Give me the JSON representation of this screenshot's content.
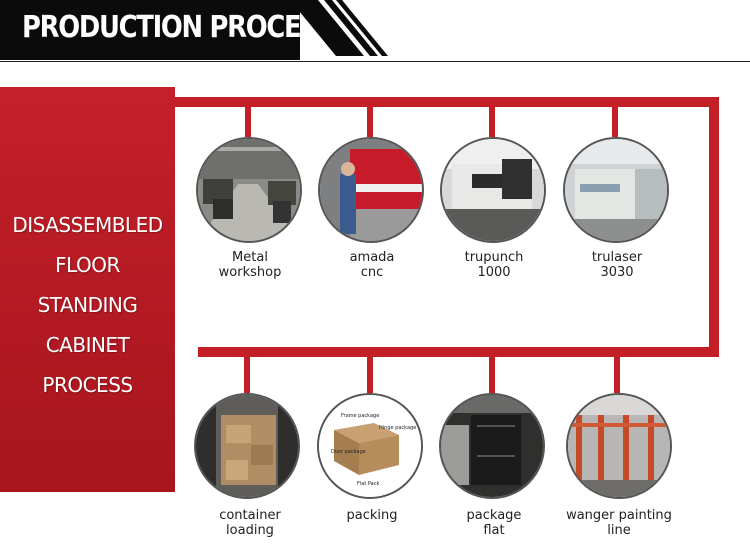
{
  "header": {
    "title": "PRODUCTION PROCESS"
  },
  "side_panel": {
    "lines": [
      "DISASSEMBLED",
      "FLOOR",
      "STANDING",
      "CABINET",
      "PROCESS"
    ]
  },
  "steps_top": [
    {
      "line1": "Metal",
      "line2": "workshop"
    },
    {
      "line1": "amada",
      "line2": "cnc"
    },
    {
      "line1": "trupunch",
      "line2": "1000"
    },
    {
      "line1": "trulaser",
      "line2": "3030"
    }
  ],
  "steps_bottom": [
    {
      "line1": "container",
      "line2": "loading"
    },
    {
      "line1": "packing",
      "line2": ""
    },
    {
      "line1": "package",
      "line2": "flat"
    },
    {
      "line1": "wanger painting",
      "line2": "line"
    }
  ],
  "packing_photo_labels": {
    "frame": "Frame package",
    "hinge": "Hinge package",
    "door": "Door package",
    "flat": "Flat Pack"
  },
  "colors": {
    "accent_red": "#c21f28",
    "pipe_red": "#c41e26",
    "header_black": "#0b0b0b"
  }
}
